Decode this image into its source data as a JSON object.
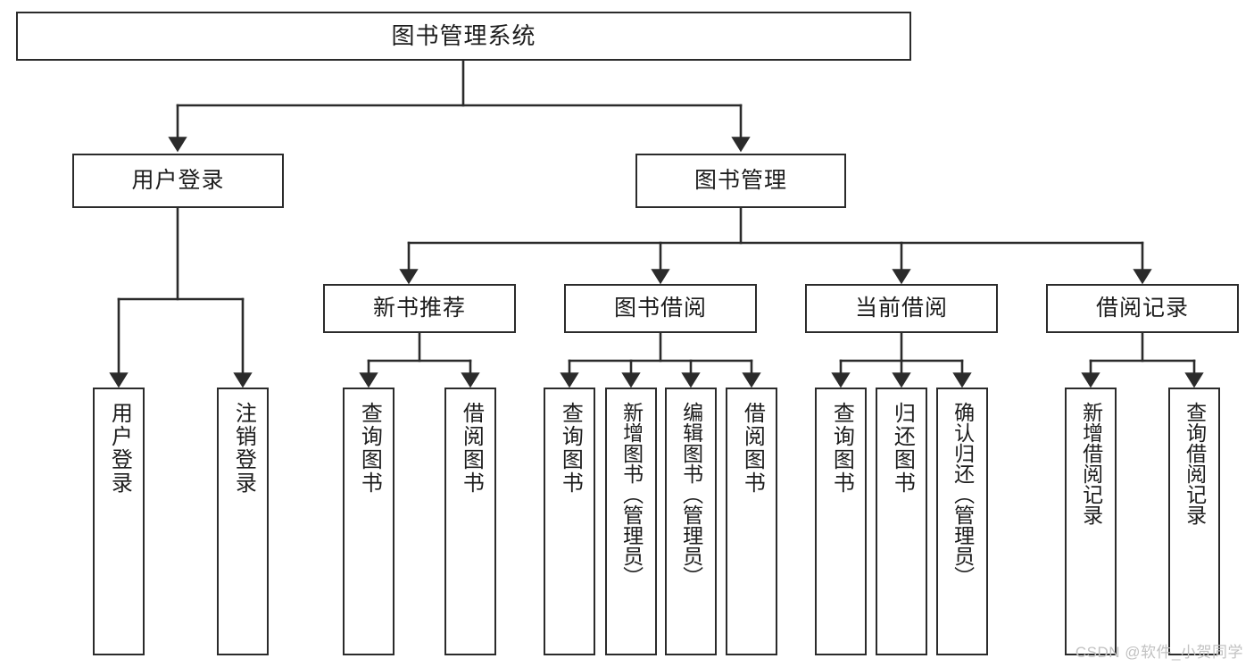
{
  "diagram": {
    "type": "tree-hierarchy",
    "title": "图书管理系统",
    "watermark": "CSDN @软件_小贺同学",
    "colors": {
      "stroke": "#2b2b2b",
      "fill": "#ffffff",
      "text": "#1d1d1d",
      "watermark": "#c2c2c2"
    },
    "nodes": {
      "root": {
        "label": "图书管理系统"
      },
      "level2": [
        {
          "id": "user-login",
          "label": "用户登录"
        },
        {
          "id": "book-manage",
          "label": "图书管理"
        }
      ],
      "level3": [
        {
          "id": "new-book-recommend",
          "label": "新书推荐"
        },
        {
          "id": "book-borrow",
          "label": "图书借阅"
        },
        {
          "id": "current-borrow",
          "label": "当前借阅"
        },
        {
          "id": "borrow-record",
          "label": "借阅记录"
        }
      ],
      "leaves": {
        "user_login": [
          {
            "id": "leaf-user-login",
            "label": "用户登录"
          },
          {
            "id": "leaf-logout-login",
            "label": "注销登录"
          }
        ],
        "new_book_recommend": [
          {
            "id": "leaf-query-book-1",
            "label": "查询图书"
          },
          {
            "id": "leaf-borrow-book-1",
            "label": "借阅图书"
          }
        ],
        "book_borrow": [
          {
            "id": "leaf-query-book-2",
            "label": "查询图书"
          },
          {
            "id": "leaf-add-book",
            "label": "新增图书（管理员）"
          },
          {
            "id": "leaf-edit-book",
            "label": "编辑图书（管理员）"
          },
          {
            "id": "leaf-borrow-book-2",
            "label": "借阅图书"
          }
        ],
        "current_borrow": [
          {
            "id": "leaf-query-book-3",
            "label": "查询图书"
          },
          {
            "id": "leaf-return-book",
            "label": "归还图书"
          },
          {
            "id": "leaf-confirm-return",
            "label": "确认归还（管理员）"
          }
        ],
        "borrow_record": [
          {
            "id": "leaf-add-record",
            "label": "新增借阅记录"
          },
          {
            "id": "leaf-query-record",
            "label": "查询借阅记录"
          }
        ]
      }
    }
  }
}
